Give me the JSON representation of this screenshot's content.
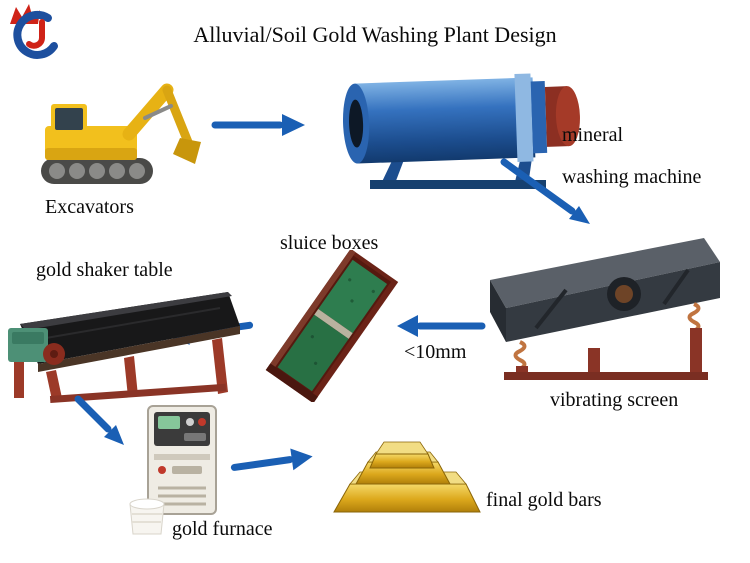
{
  "title": "Alluvial/Soil Gold Washing Plant Design",
  "nodes": {
    "excavator": {
      "label": "Excavators"
    },
    "washer": {
      "label_line1": "mineral",
      "label_line2": "washing machine"
    },
    "screen": {
      "label": "vibrating screen"
    },
    "sluice": {
      "label": "sluice boxes"
    },
    "shaker": {
      "label": "gold shaker table"
    },
    "furnace": {
      "label": "gold furnace"
    },
    "bars": {
      "label": "final gold bars"
    }
  },
  "annotations": {
    "particle_size": "<10mm"
  },
  "flow": [
    "Excavators",
    "mineral washing machine",
    "vibrating screen (<10mm)",
    "sluice boxes",
    "gold shaker table",
    "gold furnace",
    "final gold bars"
  ],
  "colors": {
    "arrow_color": "#1a5fb4",
    "machine_blue": "#2a64b0",
    "gold_color": "#dca81c",
    "sluice_green": "#2e7d4f",
    "rust_red": "#8a3426"
  }
}
